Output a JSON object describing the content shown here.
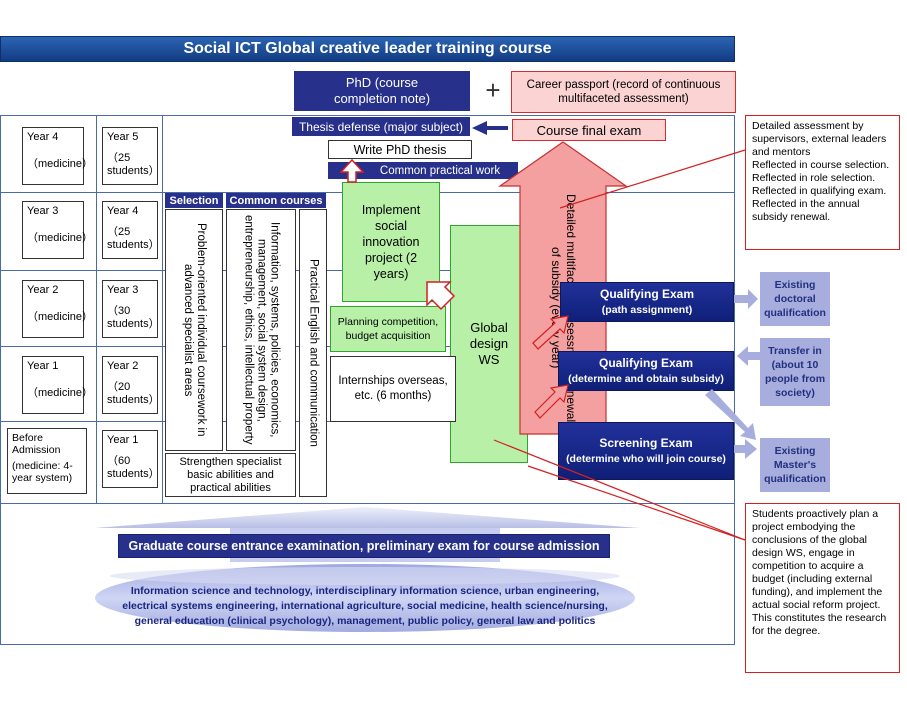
{
  "title": "Social ICT Global creative leader training course",
  "phd_note": "PhD  (course completion note)",
  "plus": "+",
  "career_passport": "Career passport  (record of continuous multifaceted assessment)",
  "thesis_defense": "Thesis defense (major subject)",
  "course_final_exam": "Course final exam",
  "write_thesis": "Write PhD thesis",
  "common_practical_work": "Common practical work",
  "detailed_assessment_vertical": "Detailed multifaceted assessment, renewal of subsidy (every year)",
  "implement_project": "Implement social innovation project (2 years)",
  "planning_competition": "Planning competition, budget acquisition",
  "global_design_ws": "Global design WS",
  "internships": "Internships overseas, etc. (6 months)",
  "selection_header": "Selection",
  "common_courses_header": "Common courses",
  "selection_text": "Problem-oriented individual coursework in advanced specialist areas",
  "common_courses_text": "Information, systems, policies, economics, management, social system design, entrepreneurship, ethics, intellectual property",
  "practical_english": "Practical English and communication",
  "strengthen": "Strengthen specialist basic abilities and practical abilities",
  "years_left": [
    {
      "line1": "Year 4",
      "line2": "（medicine）"
    },
    {
      "line1": "Year 3",
      "line2": "（medicine）"
    },
    {
      "line1": "Year 2",
      "line2": "（medicine）"
    },
    {
      "line1": "Year 1",
      "line2": "（medicine）"
    },
    {
      "line1": "Before Admission",
      "line2": "(medicine: 4-year system)"
    }
  ],
  "years_right": [
    {
      "line1": "Year 5",
      "line2": "（25 students）"
    },
    {
      "line1": "Year 4",
      "line2": "（25 students）"
    },
    {
      "line1": "Year 3",
      "line2": "（30 students）"
    },
    {
      "line1": "Year 2",
      "line2": "（20 students）"
    },
    {
      "line1": "Year 1",
      "line2": "（60 students）"
    }
  ],
  "qualifying_exam_1": {
    "title": "Qualifying Exam",
    "sub": "(path assignment)"
  },
  "qualifying_exam_2": {
    "title": "Qualifying Exam",
    "sub": "(determine and obtain subsidy)"
  },
  "screening_exam": {
    "title": "Screening Exam",
    "sub": "(determine who will join course)"
  },
  "existing_doctoral": "Existing doctoral qualification",
  "transfer_in": "Transfer in (about 10 people from society)",
  "existing_masters": "Existing Master's qualification",
  "note_top": "Detailed assessment by supervisors, external leaders and mentors\nReflected in course selection.\nReflected in role selection.\nReflected in qualifying exam.\nReflected in the annual subsidy renewal.",
  "note_bottom": "Students proactively plan a project embodying the conclusions of the global design WS, engage in competition to acquire a budget (including external funding), and implement the actual social reform project. This constitutes the research for the degree.",
  "entrance_exam": "Graduate course entrance examination, preliminary exam for course admission",
  "fields": [
    "Information science and technology, interdisciplinary information science, urban engineering,",
    "electrical systems engineering, international agriculture, social medicine, health science/nursing,",
    "general education (clinical psychology), management, public policy, general law and politics"
  ],
  "colors": {
    "navy": "#27308a",
    "green": "#b8f0a8",
    "pink": "#f4a0a0",
    "red": "#d42020",
    "lavender": "#a7aedd"
  }
}
